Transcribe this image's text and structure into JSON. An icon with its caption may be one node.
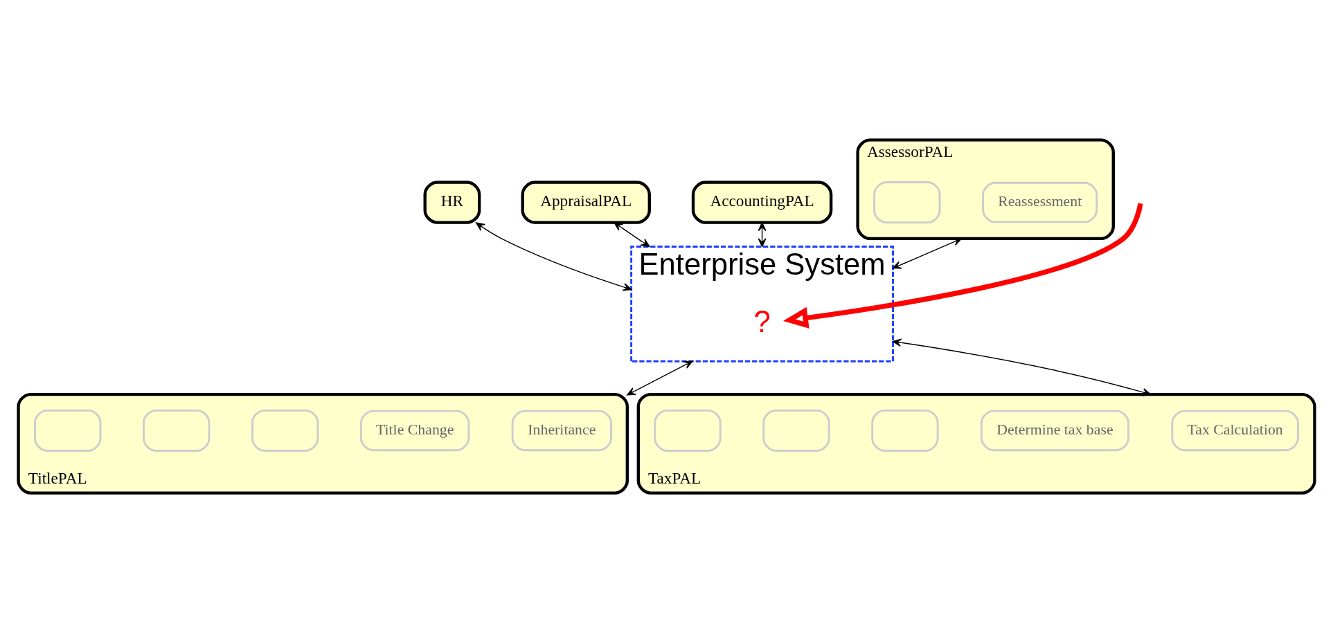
{
  "diagram": {
    "nodes": [
      {
        "text": [
          "HR"
        ]
      },
      {
        "text": [
          "AppraisalPAL"
        ]
      },
      {
        "text": [
          "AccountingPAL"
        ]
      },
      {
        "text": [
          "AssessorPAL"
        ]
      },
      {
        "text": [
          "Reassessment"
        ],
        "in": 3
      },
      {
        "text": [],
        "shape": "box",
        "in": 3
      },
      {
        "text": [
          "Enterprise System"
        ]
      },
      {
        "text": [
          "?"
        ],
        "in": 6
      },
      {
        "text": [
          "TitlePAL"
        ]
      },
      {
        "text": [
          "Inheritance"
        ],
        "in": 8
      },
      {
        "text": [
          "Title Change"
        ],
        "in": 8
      },
      {
        "text": [],
        "shape": "box",
        "in": 8
      },
      {
        "text": [],
        "shape": "box",
        "in": 8
      },
      {
        "text": [],
        "shape": "box",
        "in": 8
      },
      {
        "text": [
          "TaxPAL"
        ]
      },
      {
        "text": [
          "Tax Calculation"
        ],
        "in": 14
      },
      {
        "text": [
          "Determine tax base"
        ],
        "in": 14
      },
      {
        "text": [],
        "shape": "box",
        "in": 14
      },
      {
        "text": [],
        "shape": "box",
        "in": 14
      },
      {
        "text": [],
        "shape": "box",
        "in": 14
      }
    ],
    "edges": [
      {
        "from": 0,
        "to": 6,
        "arrow": "both"
      },
      {
        "from": 1,
        "to": 6,
        "arrow": "both"
      },
      {
        "from": 2,
        "to": 6,
        "arrow": "both"
      },
      {
        "from": 3,
        "to": 6,
        "arrow": "both"
      },
      {
        "from": 6,
        "to": 8,
        "arrow": "both"
      },
      {
        "from": 6,
        "to": 14,
        "arrow": "both"
      },
      {
        "from": null,
        "to": 7,
        "arrow": "to",
        "style": "thick",
        "color": "#ff0000"
      }
    ]
  }
}
